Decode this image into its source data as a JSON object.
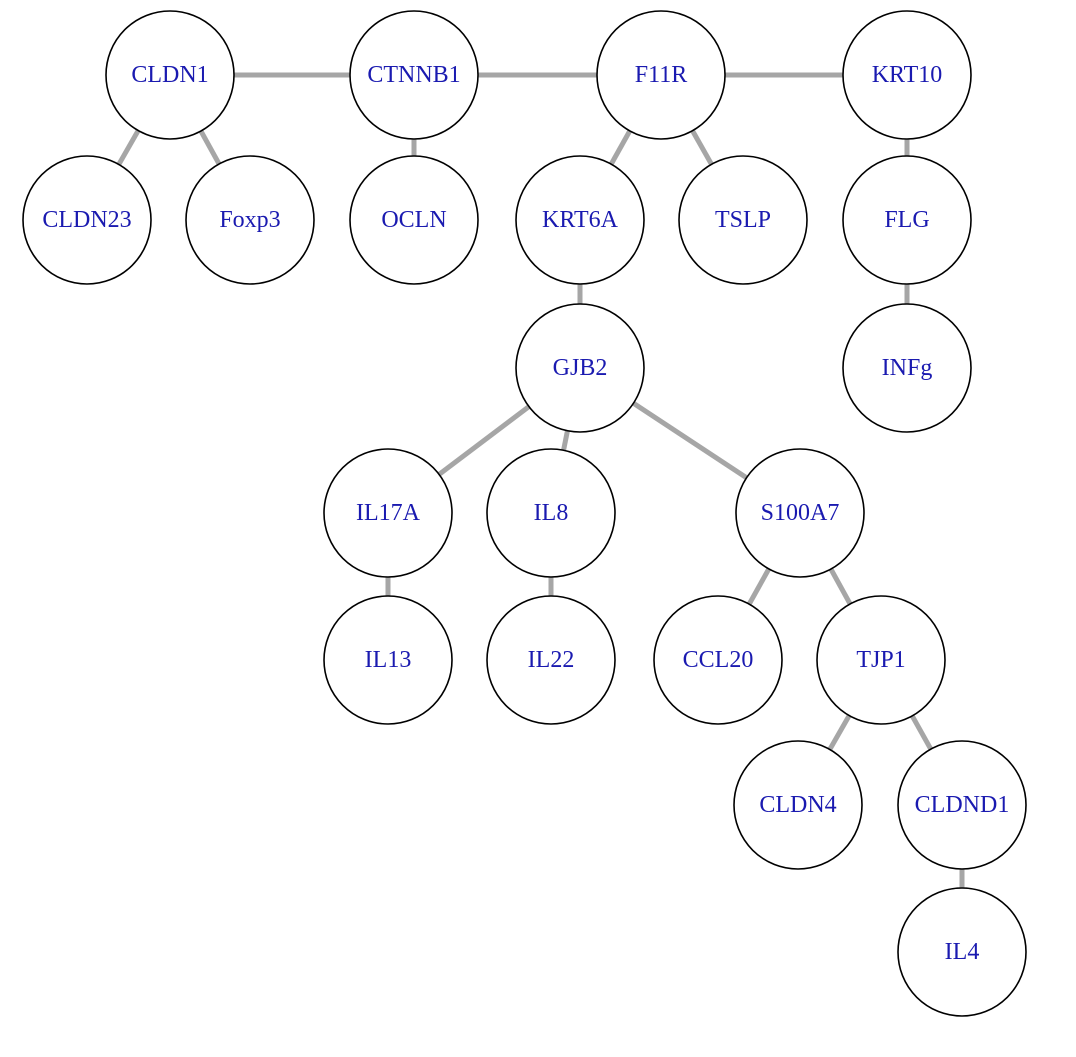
{
  "diagram": {
    "type": "network",
    "edge_color": "#a6a6a6",
    "node_fill": "#ffffff",
    "node_stroke": "#000000",
    "label_color": "#1a1ab0",
    "nodes": [
      {
        "id": "CLDN1",
        "label": "CLDN1"
      },
      {
        "id": "CTNNB1",
        "label": "CTNNB1"
      },
      {
        "id": "F11R",
        "label": "F11R"
      },
      {
        "id": "KRT10",
        "label": "KRT10"
      },
      {
        "id": "CLDN23",
        "label": "CLDN23"
      },
      {
        "id": "Foxp3",
        "label": "Foxp3"
      },
      {
        "id": "OCLN",
        "label": "OCLN"
      },
      {
        "id": "KRT6A",
        "label": "KRT6A"
      },
      {
        "id": "TSLP",
        "label": "TSLP"
      },
      {
        "id": "FLG",
        "label": "FLG"
      },
      {
        "id": "GJB2",
        "label": "GJB2"
      },
      {
        "id": "INFg",
        "label": "INFg"
      },
      {
        "id": "IL17A",
        "label": "IL17A"
      },
      {
        "id": "IL8",
        "label": "IL8"
      },
      {
        "id": "S100A7",
        "label": "S100A7"
      },
      {
        "id": "IL13",
        "label": "IL13"
      },
      {
        "id": "IL22",
        "label": "IL22"
      },
      {
        "id": "CCL20",
        "label": "CCL20"
      },
      {
        "id": "TJP1",
        "label": "TJP1"
      },
      {
        "id": "CLDN4",
        "label": "CLDN4"
      },
      {
        "id": "CLDND1",
        "label": "CLDND1"
      },
      {
        "id": "IL4",
        "label": "IL4"
      }
    ],
    "edges": [
      [
        "CLDN1",
        "CTNNB1"
      ],
      [
        "CTNNB1",
        "F11R"
      ],
      [
        "F11R",
        "KRT10"
      ],
      [
        "CLDN1",
        "CLDN23"
      ],
      [
        "CLDN1",
        "Foxp3"
      ],
      [
        "CTNNB1",
        "OCLN"
      ],
      [
        "F11R",
        "KRT6A"
      ],
      [
        "F11R",
        "TSLP"
      ],
      [
        "KRT10",
        "FLG"
      ],
      [
        "KRT6A",
        "GJB2"
      ],
      [
        "FLG",
        "INFg"
      ],
      [
        "GJB2",
        "IL17A"
      ],
      [
        "GJB2",
        "IL8"
      ],
      [
        "GJB2",
        "S100A7"
      ],
      [
        "IL17A",
        "IL13"
      ],
      [
        "IL8",
        "IL22"
      ],
      [
        "S100A7",
        "CCL20"
      ],
      [
        "S100A7",
        "TJP1"
      ],
      [
        "TJP1",
        "CLDN4"
      ],
      [
        "TJP1",
        "CLDND1"
      ],
      [
        "CLDND1",
        "IL4"
      ]
    ]
  }
}
